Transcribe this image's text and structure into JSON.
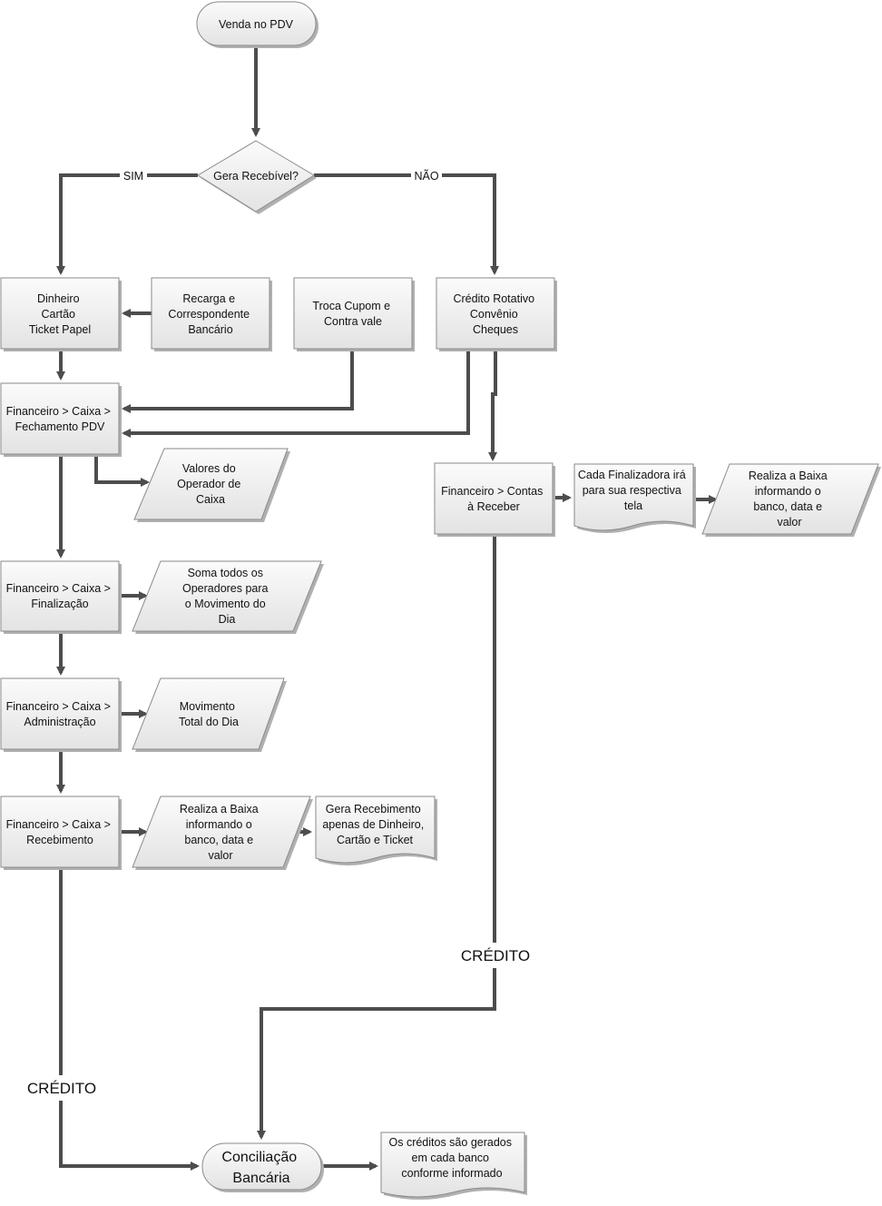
{
  "diagram": {
    "start": {
      "lines": [
        "Venda no PDV"
      ]
    },
    "decision": {
      "lines": [
        "Gera Recebível?"
      ]
    },
    "edge_sim": "SIM",
    "edge_nao": "NÃO",
    "dinheiro": {
      "lines": [
        "Dinheiro",
        "Cartão",
        "Ticket Papel"
      ]
    },
    "recarga": {
      "lines": [
        "Recarga e",
        "Correspondente",
        "Bancário"
      ]
    },
    "troca": {
      "lines": [
        "Troca Cupom e",
        "Contra vale"
      ]
    },
    "credito_rotativo": {
      "lines": [
        "Crédito Rotativo",
        "Convênio",
        "Cheques"
      ]
    },
    "fechamento": {
      "lines": [
        "Financeiro > Caixa >",
        "Fechamento PDV"
      ]
    },
    "valores": {
      "lines": [
        "Valores do",
        "Operador de",
        "Caixa"
      ]
    },
    "contas_receber": {
      "lines": [
        "Financeiro > Contas",
        "à Receber"
      ]
    },
    "cada_finalizadora": {
      "lines": [
        "Cada Finalizadora irá",
        "para sua respectiva",
        "tela"
      ]
    },
    "realiza_baixa_right": {
      "lines": [
        "Realiza a Baixa",
        "informando o",
        "banco, data e",
        "valor"
      ]
    },
    "finalizacao": {
      "lines": [
        "Financeiro > Caixa >",
        "Finalização"
      ]
    },
    "soma": {
      "lines": [
        "Soma todos os",
        "Operadores para",
        "o Movimento do",
        "Dia"
      ]
    },
    "administracao": {
      "lines": [
        "Financeiro > Caixa >",
        "Administração"
      ]
    },
    "movimento": {
      "lines": [
        "Movimento",
        "Total do Dia"
      ]
    },
    "recebimento": {
      "lines": [
        "Financeiro > Caixa >",
        "Recebimento"
      ]
    },
    "realiza_baixa_left": {
      "lines": [
        "Realiza a Baixa",
        "informando o",
        "banco, data e",
        "valor"
      ]
    },
    "gera_recebimento": {
      "lines": [
        "Gera Recebimento",
        "apenas de Dinheiro,",
        "Cartão e Ticket"
      ]
    },
    "credito_right": "CRÉDITO",
    "credito_left": "CRÉDITO",
    "conciliacao": {
      "lines": [
        "Conciliação",
        "Bancária"
      ]
    },
    "creditos_gerados": {
      "lines": [
        "Os créditos são gerados",
        "em cada banco",
        "conforme informado"
      ]
    }
  }
}
